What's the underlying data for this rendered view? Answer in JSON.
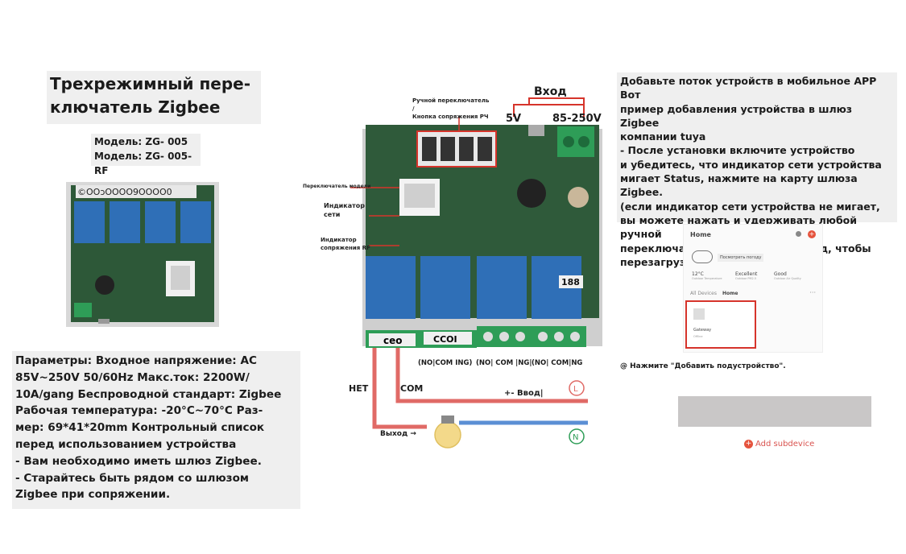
{
  "left": {
    "title_line1": "Трехрежимный пере-",
    "title_line2": "ключатель Zigbee",
    "model1": "Модель: ZG- 005",
    "model2": "Модель: ZG- 005-RF",
    "board_text": "©OOↄOOOO9OOOO0"
  },
  "params": {
    "lines": [
      "Параметры: Входное напряжение: AC",
      "85V~250V 50/60Hz Макс.ток: 2200W/",
      "10A/gang Беспроводной стандарт: Zigbee",
      "Рабочая температура: -20°C~70°C Раз-",
      "мер: 69*41*20mm Контрольный список",
      "перед использованием устройства",
      "- Вам необходимо иметь шлюз Zigbee.",
      "- Старайтесь быть рядом со шлюзом",
      "Zigbee при сопряжении."
    ]
  },
  "diagram": {
    "manual_switch_line1": "Ручной переключатель /",
    "manual_switch_line2": "Кнопка сопряжения РЧ",
    "input_label": "Вход",
    "v5": "5V",
    "v85": "85-250V",
    "mode_switch": "Переключатель модели",
    "net_ind_line1": "Индикатор",
    "net_ind_line2": "сети",
    "rf_ind_line1": "Индикатор",
    "rf_ind_line2": "сопряжения RF",
    "chip_text": "188",
    "ceo": "ceo",
    "ccoi": "CCOI",
    "term1": "(NO|COM ING)",
    "term2": "(NO| COM |NG|",
    "term3": "(NO| COM|NG",
    "net": "НЕТ",
    "com": "COM",
    "input_wire": "+- Ввод|",
    "l_symbol": "L",
    "n_symbol": "N",
    "output": "Выход →"
  },
  "instructions": {
    "lines": [
      "Добавьте поток устройств в мобильное APP Вот",
      "пример добавления устройства в шлюз Zigbee",
      "компании tuya",
      "- После установки включите устройство",
      "и убедитесь, что индикатор сети устройства",
      "мигает Status, нажмите на карту шлюза Zigbee.",
      "(если индикатор сети устройства не мигает,",
      "вы можете нажать и удерживать любой ручной",
      "переключатель в течение 8 секунд, чтобы",
      "перезагрузить устройство)"
    ]
  },
  "phone": {
    "home": "Home",
    "weather_btn": "Посмотреть погоду",
    "stat1_val": "12°C",
    "stat1_lbl": "Outdoor Temperature",
    "stat2_val": "Excellent",
    "stat2_lbl": "Outdoor PM2.5",
    "stat3_val": "Good",
    "stat3_lbl": "Outdoor Air Quality",
    "tab_all": "All Devices",
    "tab_home": "Home",
    "more": "···",
    "card_name": "Gateway",
    "card_sub": "Offline"
  },
  "steps": {
    "add_sub_note": "@ Нажмите \"Добавить подустройство\".",
    "add_subdevice": "Add subdevice"
  },
  "colors": {
    "red_outline": "#d6342b",
    "pcb_green": "#2f5a3a",
    "relay_blue": "#2f6fb7",
    "wire_red": "#e06a66",
    "wire_blue": "#5b8fd4"
  }
}
